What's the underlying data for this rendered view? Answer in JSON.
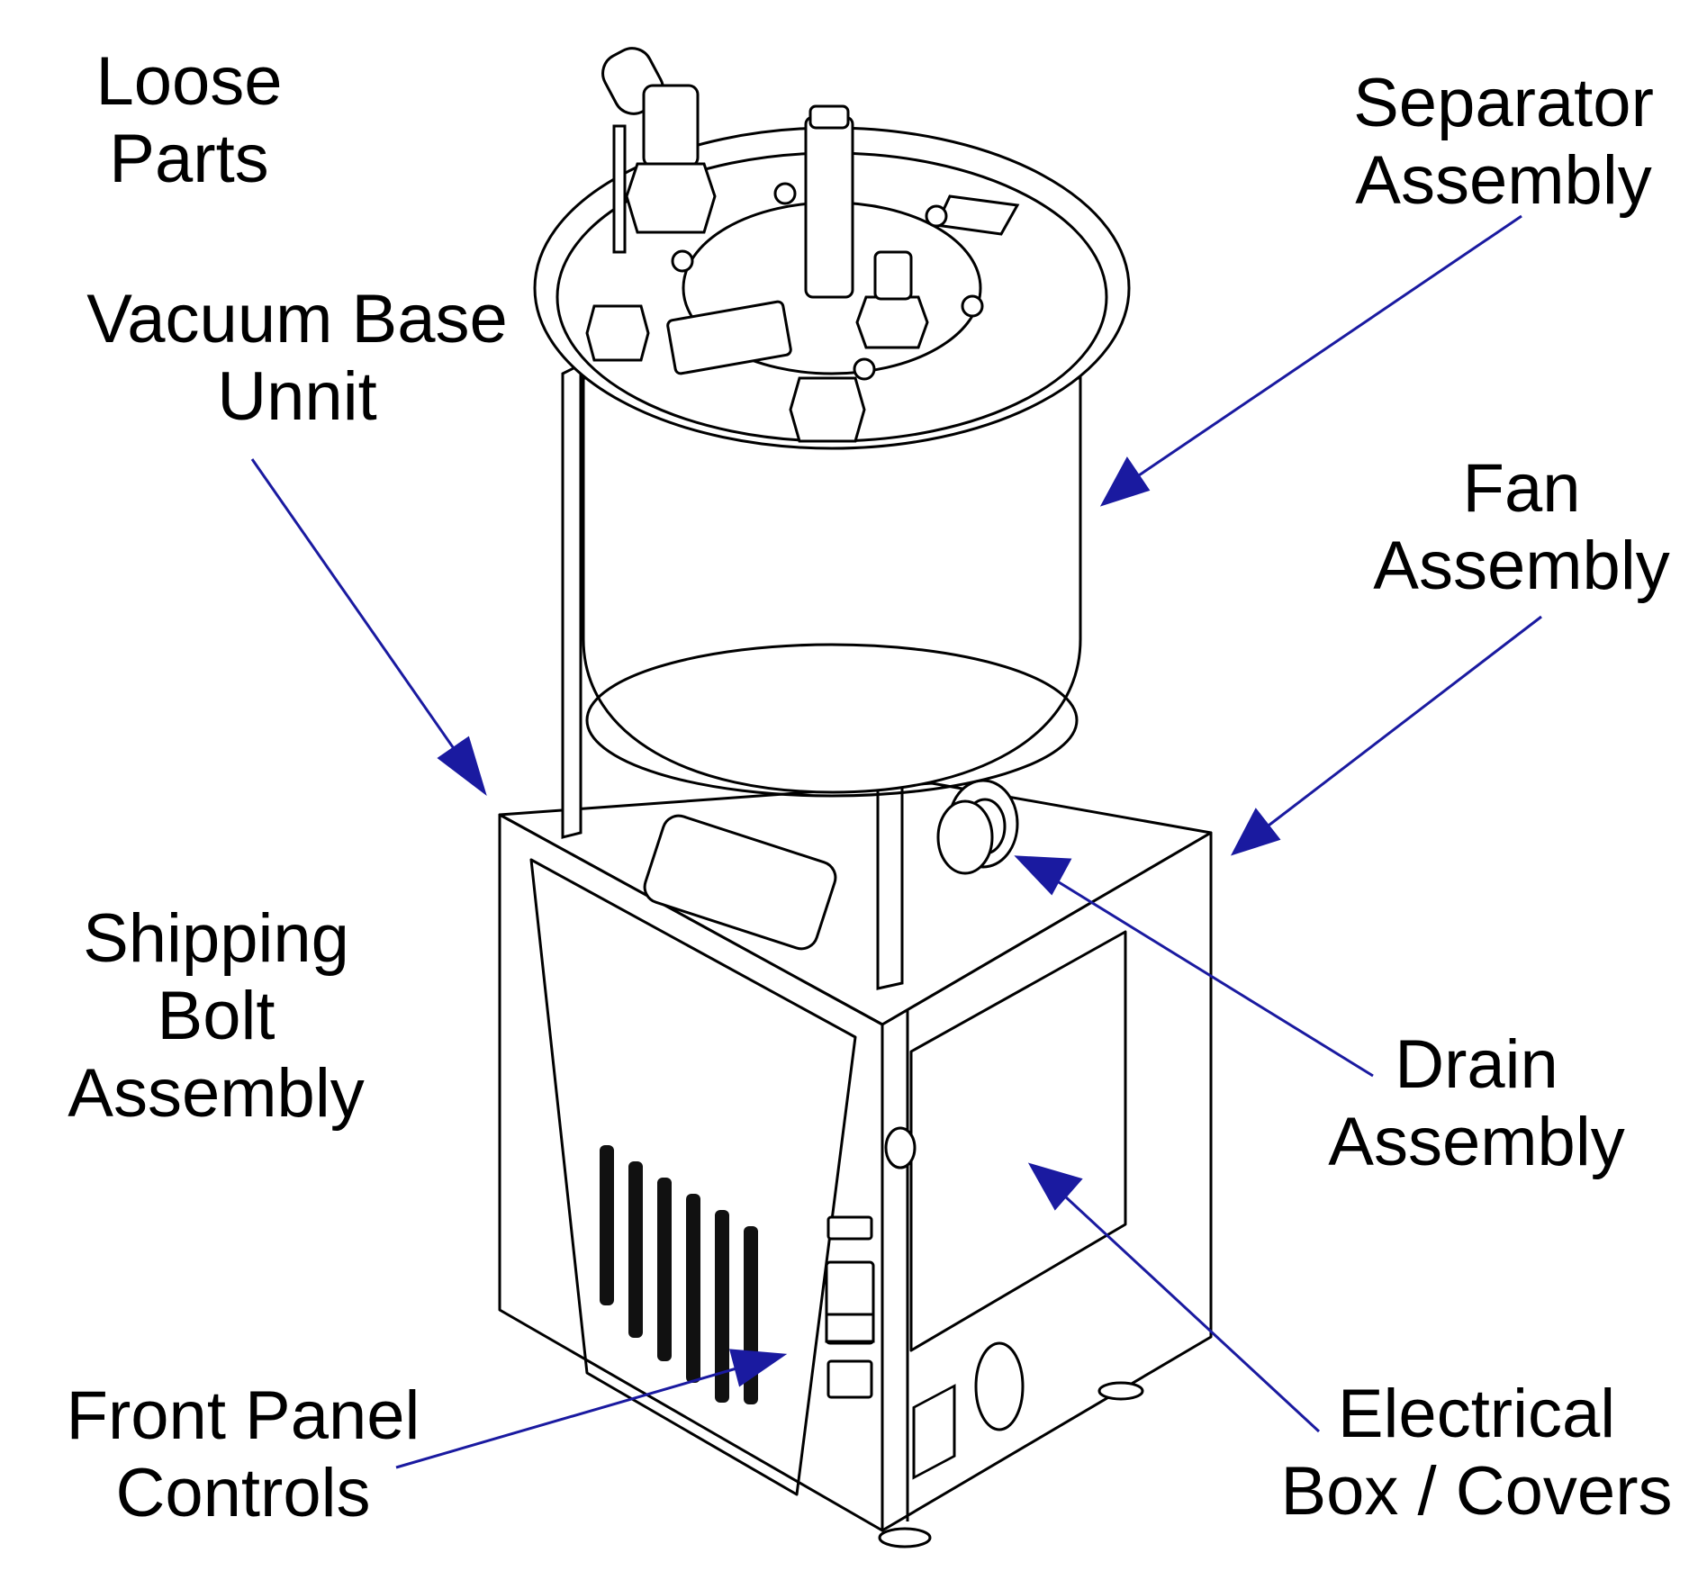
{
  "labels": {
    "loose_parts": [
      "Loose",
      "Parts"
    ],
    "vacuum_base_unit": [
      "Vacuum Base",
      "Unnit"
    ],
    "shipping_bolt_assembly": [
      "Shipping",
      "Bolt",
      "Assembly"
    ],
    "front_panel_controls": [
      "Front Panel",
      "Controls"
    ],
    "separator_assembly": [
      "Separator",
      "Assembly"
    ],
    "fan_assembly": [
      "Fan",
      "Assembly"
    ],
    "drain_assembly": [
      "Drain",
      "Assembly"
    ],
    "electrical_box_covers": [
      "Electrical",
      "Box / Covers"
    ]
  },
  "colors": {
    "leader_arrow": "#1a1aa0",
    "line_art": "#000000",
    "text": "#000000",
    "background": "#ffffff"
  }
}
